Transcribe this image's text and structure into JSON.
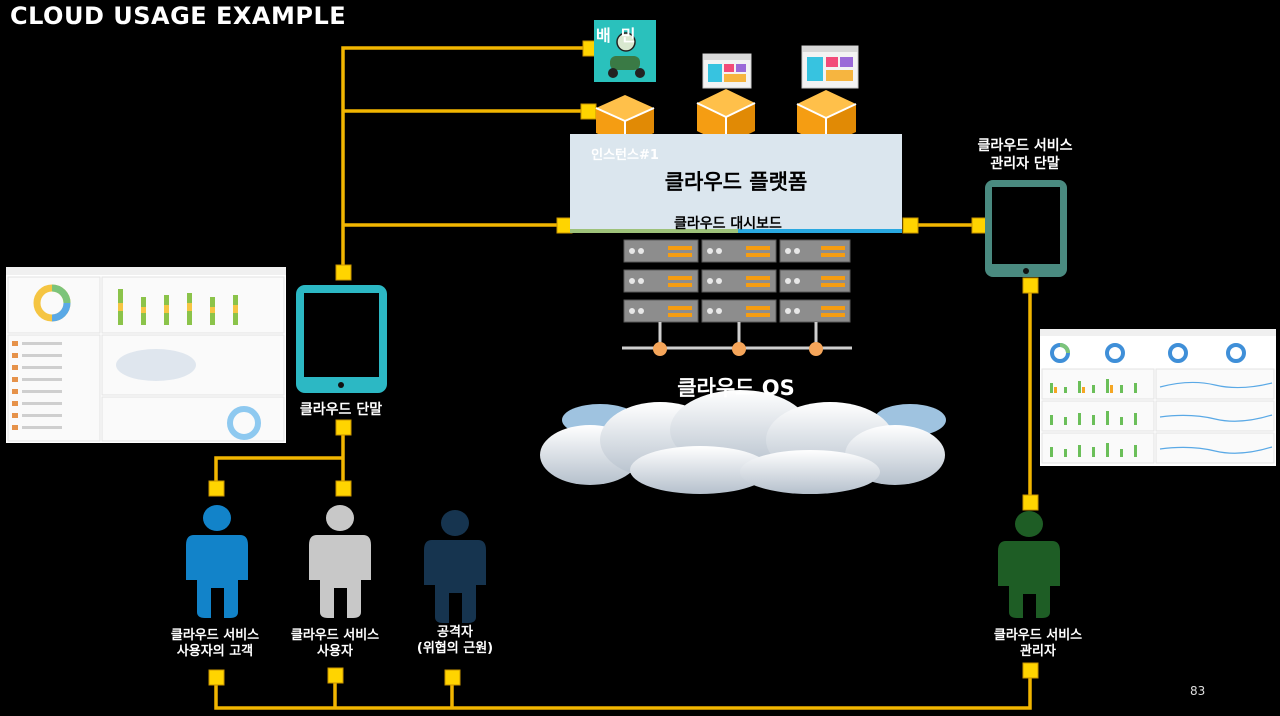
{
  "title": "CLOUD USAGE EXAMPLE",
  "app_tile_text": "배민",
  "platform": {
    "label": "클라우드 플랫폼",
    "instance_label": "인스턴스#1",
    "dashboard_label": "클라우드 대시보드"
  },
  "os": {
    "label": "클라우드 OS"
  },
  "devices": {
    "user_terminal": "클라우드 단말",
    "admin_terminal": [
      "클라우드 서비스",
      "관리자 단말"
    ]
  },
  "actors": {
    "customer": [
      "클라우드 서비스",
      "사용자의 고객"
    ],
    "user": [
      "클라우드 서비스",
      "사용자"
    ],
    "attacker": [
      "공격자",
      "(위협의 근원)"
    ],
    "admin": [
      "클라우드 서비스",
      "관리자"
    ]
  },
  "page_number": "83",
  "colors": {
    "wire": "#f2b600",
    "connector": "#ffd400",
    "customer": "#1283c9",
    "user": "#c8c8c8",
    "attacker": "#16344f",
    "admin": "#1e5d25",
    "user_tablet": "#2cb8c4",
    "admin_tablet": "#4a8a80",
    "instance_cube": "#f59d12"
  },
  "icons": [
    "cloud-icon",
    "server-rack-icon",
    "instance-cube-icon",
    "tablet-icon",
    "person-icon",
    "browser-window-icon",
    "delivery-app-icon"
  ]
}
